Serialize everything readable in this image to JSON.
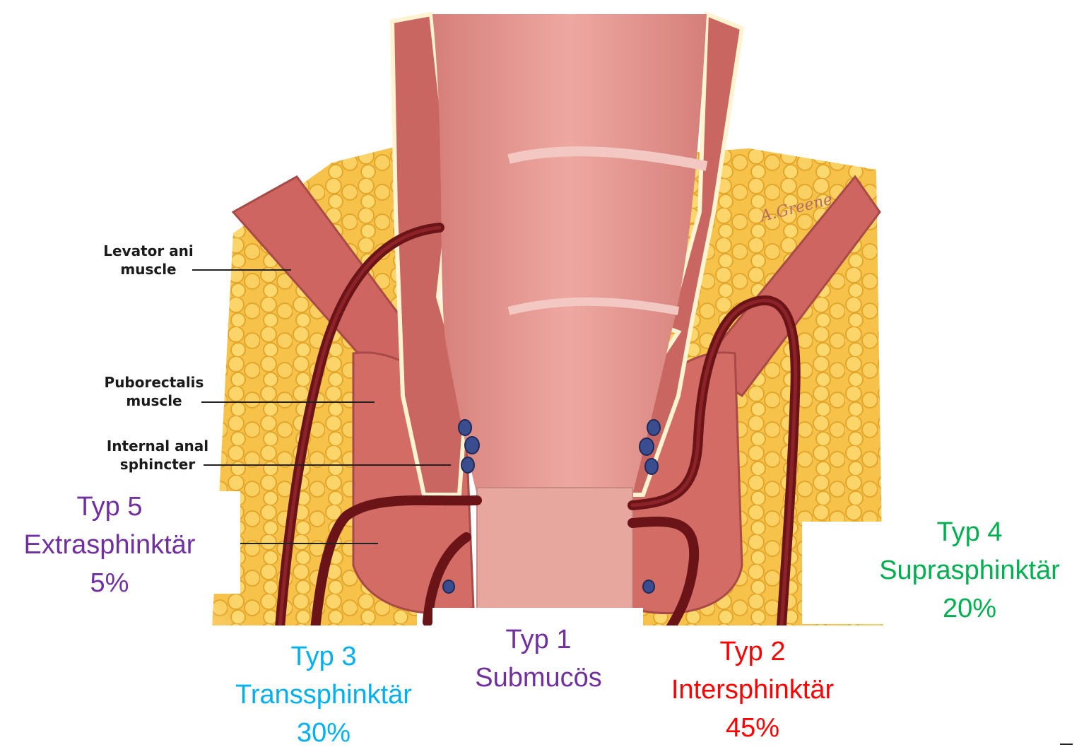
{
  "anatomy_labels": [
    {
      "line1": "Levator ani",
      "line2": "muscle"
    },
    {
      "line1": "Puborectalis",
      "line2": "muscle"
    },
    {
      "line1": "Internal anal",
      "line2": "sphincter"
    }
  ],
  "artist_signature": "A.Greene",
  "fistula_types": [
    {
      "type": "Typ 1",
      "name": "Submucös",
      "percent": "",
      "color": "#7030a0"
    },
    {
      "type": "Typ 2",
      "name": "Intersphinktär",
      "percent": "45%",
      "color": "#ff0000"
    },
    {
      "type": "Typ 3",
      "name": "Transsphinktär",
      "percent": "30%",
      "color": "#00b0f0"
    },
    {
      "type": "Typ 4",
      "name": "Suprasphinktär",
      "percent": "20%",
      "color": "#00b050"
    },
    {
      "type": "Typ 5",
      "name": "Extrasphinktär",
      "percent": "5%",
      "color": "#7030a0"
    }
  ],
  "colors": {
    "fat": "#f6c24a",
    "muscle": "#d9716e",
    "mucosa": "#e69a94",
    "lumen": "#eaa39d",
    "tract": "#6b1418",
    "gland": "#3a4d8f"
  }
}
